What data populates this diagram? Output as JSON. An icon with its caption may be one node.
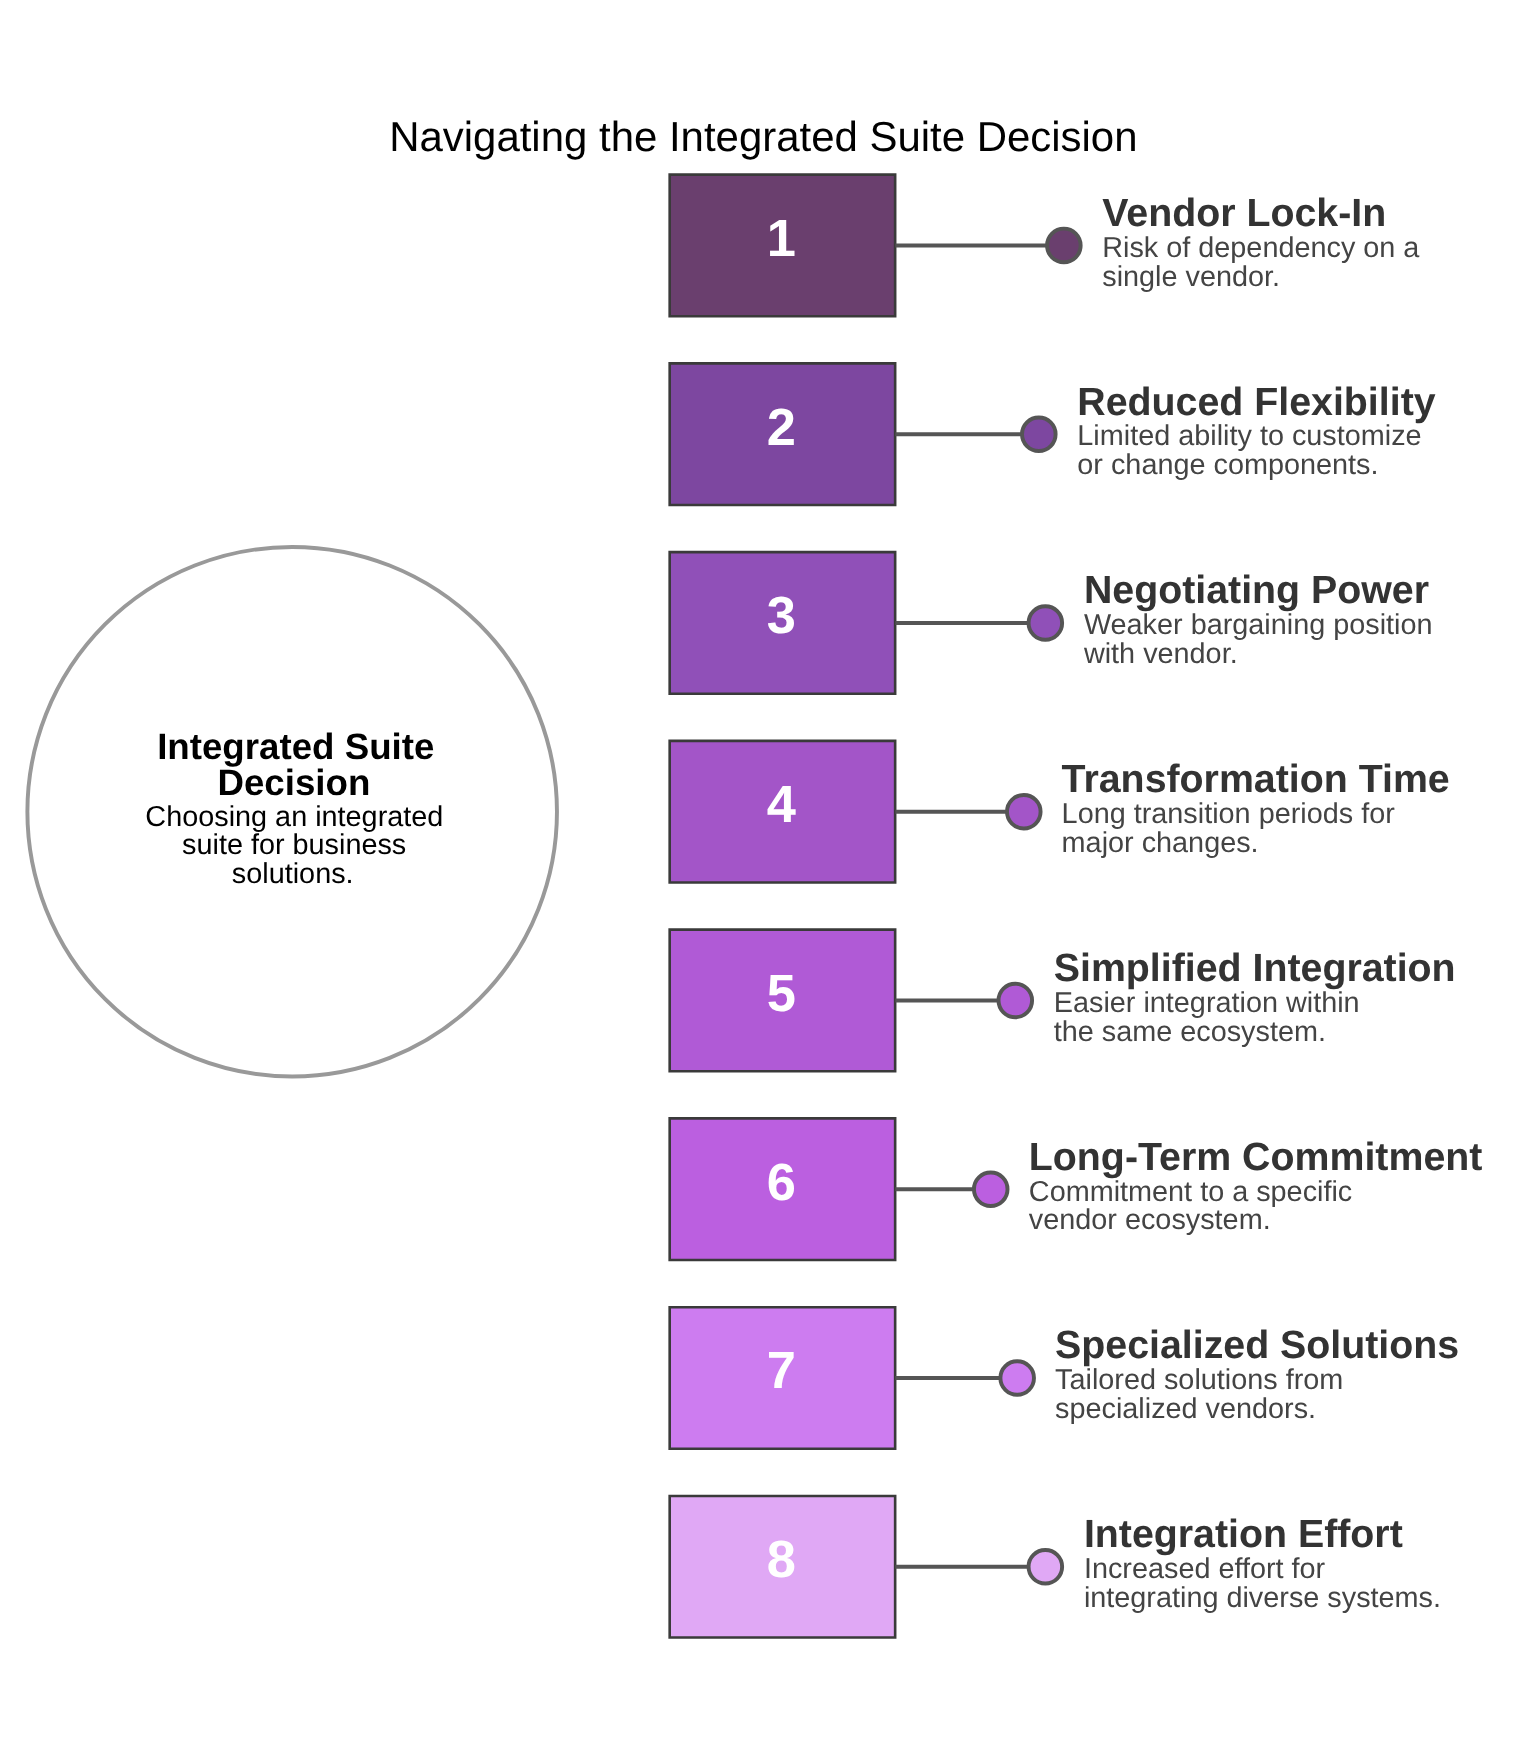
{
  "diagram": {
    "title": "Navigating the Integrated Suite Decision",
    "nodes": [
      {
        "text": [
          "Integrated Suite Decision",
          "Choosing an integrated suite for business solutions."
        ]
      },
      {
        "text": [
          "1"
        ]
      },
      {
        "text": [
          "2"
        ]
      },
      {
        "text": [
          "3"
        ]
      },
      {
        "text": [
          "4"
        ]
      },
      {
        "text": [
          "5"
        ]
      },
      {
        "text": [
          "6"
        ]
      },
      {
        "text": [
          "7"
        ]
      },
      {
        "text": [
          "8"
        ]
      },
      {
        "text": [
          "Vendor Lock-In",
          "Risk of dependency on a single vendor."
        ]
      },
      {
        "text": [
          "Reduced Flexibility",
          "Limited ability to customize or change components."
        ]
      },
      {
        "text": [
          "Negotiating Power",
          "Weaker bargaining position with vendor."
        ]
      },
      {
        "text": [
          "Transformation Time",
          "Long transition periods for major changes."
        ]
      },
      {
        "text": [
          "Simplified Integration",
          "Easier integration within the same ecosystem."
        ]
      },
      {
        "text": [
          "Long-Term Commitment",
          "Commitment to a specific vendor ecosystem."
        ]
      },
      {
        "text": [
          "Specialized Solutions",
          "Tailored solutions from specialized vendors."
        ]
      },
      {
        "text": [
          "Integration Effort",
          "Increased effort for integrating diverse systems."
        ]
      }
    ],
    "edges": [
      {
        "from": 1,
        "to": 9,
        "arrow": "other"
      },
      {
        "from": 2,
        "to": 10,
        "arrow": "other"
      },
      {
        "from": 3,
        "to": 11,
        "arrow": "other"
      },
      {
        "from": 4,
        "to": 12,
        "arrow": "other"
      },
      {
        "from": 5,
        "to": 13,
        "arrow": "other"
      },
      {
        "from": 6,
        "to": 14,
        "arrow": "other"
      },
      {
        "from": 7,
        "to": 15,
        "arrow": "other"
      },
      {
        "from": 8,
        "to": 16,
        "arrow": "other"
      }
    ]
  }
}
